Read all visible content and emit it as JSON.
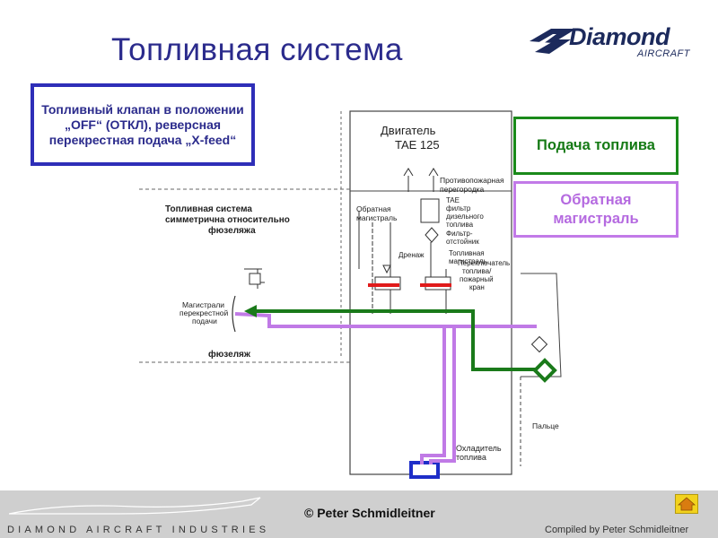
{
  "slide": {
    "title": "Топливная система",
    "copyright": "© Peter Schmidleitner",
    "footer_brand": "DIAMOND AIRCRAFT INDUSTRIES",
    "compiled_by": "Compiled by Peter Schmidleitner"
  },
  "logo": {
    "word": "Diamond",
    "sub": "AIRCRAFT"
  },
  "callout": {
    "text": "Топливный клапан в положении „OFF“ (ОТКЛ), реверсная перекрестная подача „X-feed“"
  },
  "legend": {
    "feed": "Подача топлива",
    "return": "Обратная магистраль"
  },
  "diagram": {
    "engine_line1": "Двигатель",
    "engine_line2": "TAE 125",
    "firewall_line1": "Противопожарная",
    "firewall_line2": "перегородка",
    "return_line1": "Обратная",
    "return_line2": "магистраль",
    "filter_lines": [
      "TAE",
      "фильтр",
      "дизельного",
      "топлива"
    ],
    "separator_lines": [
      "Фильтр-",
      "отстойник"
    ],
    "fuel_line1": "Топливная",
    "fuel_line2": "магистраль",
    "drain": "Дренаж",
    "selector_lines": [
      "Переключатель",
      "топлива/",
      "пожарный",
      "кран"
    ],
    "symmetric_lines": [
      "Топливная система",
      "симметрична относительно",
      "фюзеляжа"
    ],
    "xfeed_lines": [
      "Магистрали",
      "перекрестной",
      "подачи"
    ],
    "fuselage": "фюзеляж",
    "cooler_line1": "Охладитель",
    "cooler_line2": "топлива",
    "finger_label": "Пальце"
  },
  "colors": {
    "feed": "#1a7a1a",
    "return": "#c07ae6",
    "valve": "#e01b1b",
    "cooler": "#1e2ec8",
    "title": "#2b2b8c"
  }
}
